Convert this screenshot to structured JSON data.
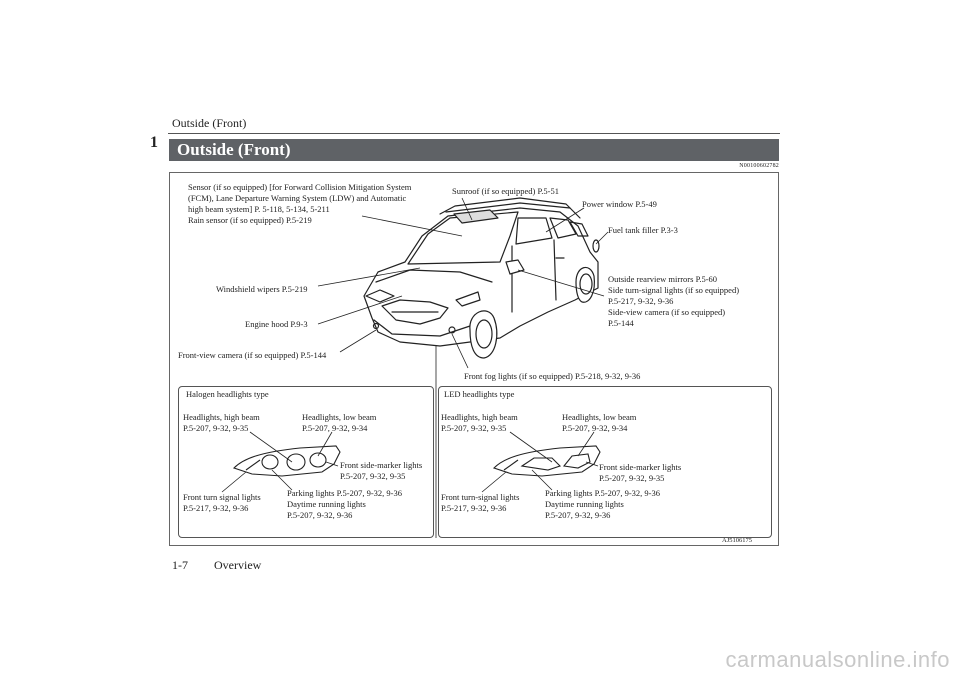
{
  "header": {
    "section_title": "Outside (Front)"
  },
  "chapter_number": "1",
  "title_bar": {
    "text": "Outside (Front)"
  },
  "doc_id": "N00100602782",
  "image_id": "AJ5106175",
  "car_callouts": {
    "sensor": "Sensor (if so equipped) [for Forward Collision Mitigation System\n(FCM), Lane Departure Warning System (LDW) and Automatic\nhigh beam system] P. 5-118, 5-134, 5-211\nRain sensor (if so equipped) P.5-219",
    "sunroof": "Sunroof (if so equipped) P.5-51",
    "power_window": "Power window P.5-49",
    "fuel_tank": "Fuel tank filler P.3-3",
    "mirrors": "Outside rearview mirrors P.5-60\nSide turn-signal lights (if so equipped)\nP.5-217, 9-32, 9-36\nSide-view camera (if so equipped)\nP.5-144",
    "wipers": "Windshield wipers P.5-219",
    "hood": "Engine hood P.9-3",
    "front_camera": "Front-view camera (if so equipped) P.5-144",
    "fog_lights": "Front fog lights (if so equipped) P.5-218, 9-32, 9-36"
  },
  "halogen": {
    "title": "Halogen headlights type",
    "high_beam": "Headlights, high beam\nP.5-207, 9-32, 9-35",
    "low_beam": "Headlights, low beam\nP.5-207, 9-32, 9-34",
    "side_marker": "Front side-marker lights\nP.5-207, 9-32, 9-35",
    "turn_signal": "Front turn signal lights\nP.5-217, 9-32, 9-36",
    "parking": "Parking lights P.5-207, 9-32, 9-36\nDaytime running lights\nP.5-207, 9-32, 9-36"
  },
  "led": {
    "title": "LED headlights type",
    "high_beam": "Headlights, high beam\nP.5-207, 9-32, 9-35",
    "low_beam": "Headlights, low beam\nP.5-207, 9-32, 9-34",
    "side_marker": "Front side-marker lights\nP.5-207, 9-32, 9-35",
    "turn_signal": "Front turn-signal lights\nP.5-217, 9-32, 9-36",
    "parking": "Parking lights P.5-207, 9-32, 9-36\nDaytime running lights\nP.5-207, 9-32, 9-36"
  },
  "footer": {
    "page": "1-7",
    "section": "Overview"
  },
  "watermark": "carmanualsonline.info"
}
